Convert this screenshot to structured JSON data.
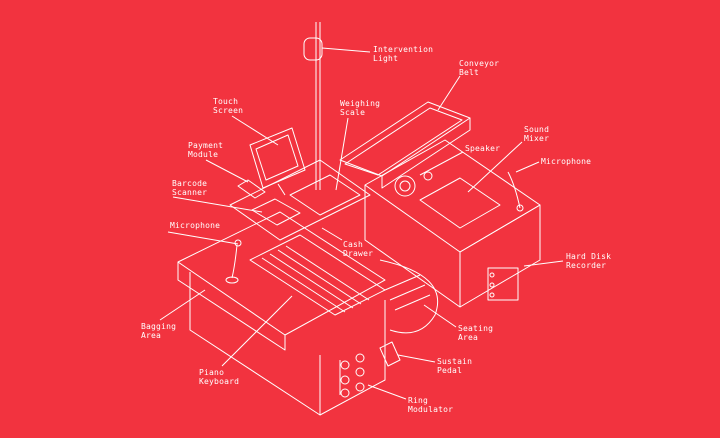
{
  "title": "Self-checkout instrument diagram",
  "colors": {
    "background": "#f2333f",
    "line": "#ffffff"
  },
  "labels": {
    "intervention_light": [
      "Intervention",
      "Light"
    ],
    "conveyor_belt": [
      "Conveyor",
      "Belt"
    ],
    "touch_screen": [
      "Touch",
      "Screen"
    ],
    "weighing_scale": [
      "Weighing",
      "Scale"
    ],
    "payment_module": [
      "Payment",
      "Module"
    ],
    "sound_mixer": [
      "Sound",
      "Mixer"
    ],
    "speaker": [
      "Speaker"
    ],
    "microphone_right": [
      "Microphone"
    ],
    "barcode_scanner": [
      "Barcode",
      "Scanner"
    ],
    "microphone_left": [
      "Microphone"
    ],
    "cash_drawer": [
      "Cash",
      "Drawer"
    ],
    "hard_disk_recorder": [
      "Hard Disk",
      "Recorder"
    ],
    "bagging_area": [
      "Bagging",
      "Area"
    ],
    "seating_area": [
      "Seating",
      "Area"
    ],
    "piano_keyboard": [
      "Piano",
      "Keyboard"
    ],
    "sustain_pedal": [
      "Sustain",
      "Pedal"
    ],
    "ring_modulator": [
      "Ring",
      "Modulator"
    ]
  }
}
